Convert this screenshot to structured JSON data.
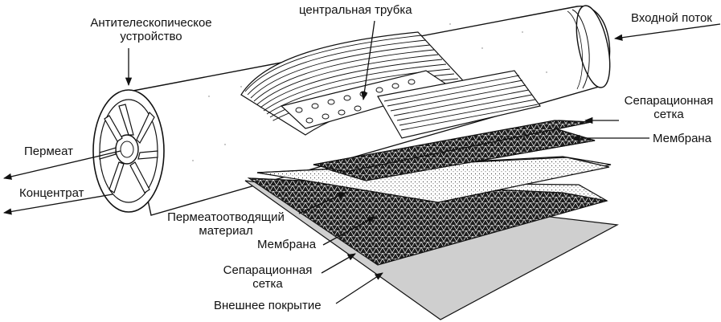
{
  "labels": {
    "anti_telescoping_line1": "Антителескопическое",
    "anti_telescoping_line2": "устройство",
    "central_tube": "центральная трубка",
    "input_flow": "Входной поток",
    "permeate": "Пермеат",
    "concentrate": "Концентрат",
    "separation_mesh_top_line1": "Сепарационная",
    "separation_mesh_top_line2": "сетка",
    "membrane_right": "Мембрана",
    "permeate_carrier_line1": "Пермеатоотводящий",
    "permeate_carrier_line2": "материал",
    "membrane_bottom": "Мембрана",
    "separation_mesh_bottom_line1": "Сепарационная",
    "separation_mesh_bottom_line2": "сетка",
    "outer_wrap": "Внешнее покрытие"
  },
  "colors": {
    "ink": "#111111",
    "mesh_dark": "#2a2a2a",
    "outer_wrap_fill": "#cfcfcf",
    "paper": "#ffffff"
  }
}
